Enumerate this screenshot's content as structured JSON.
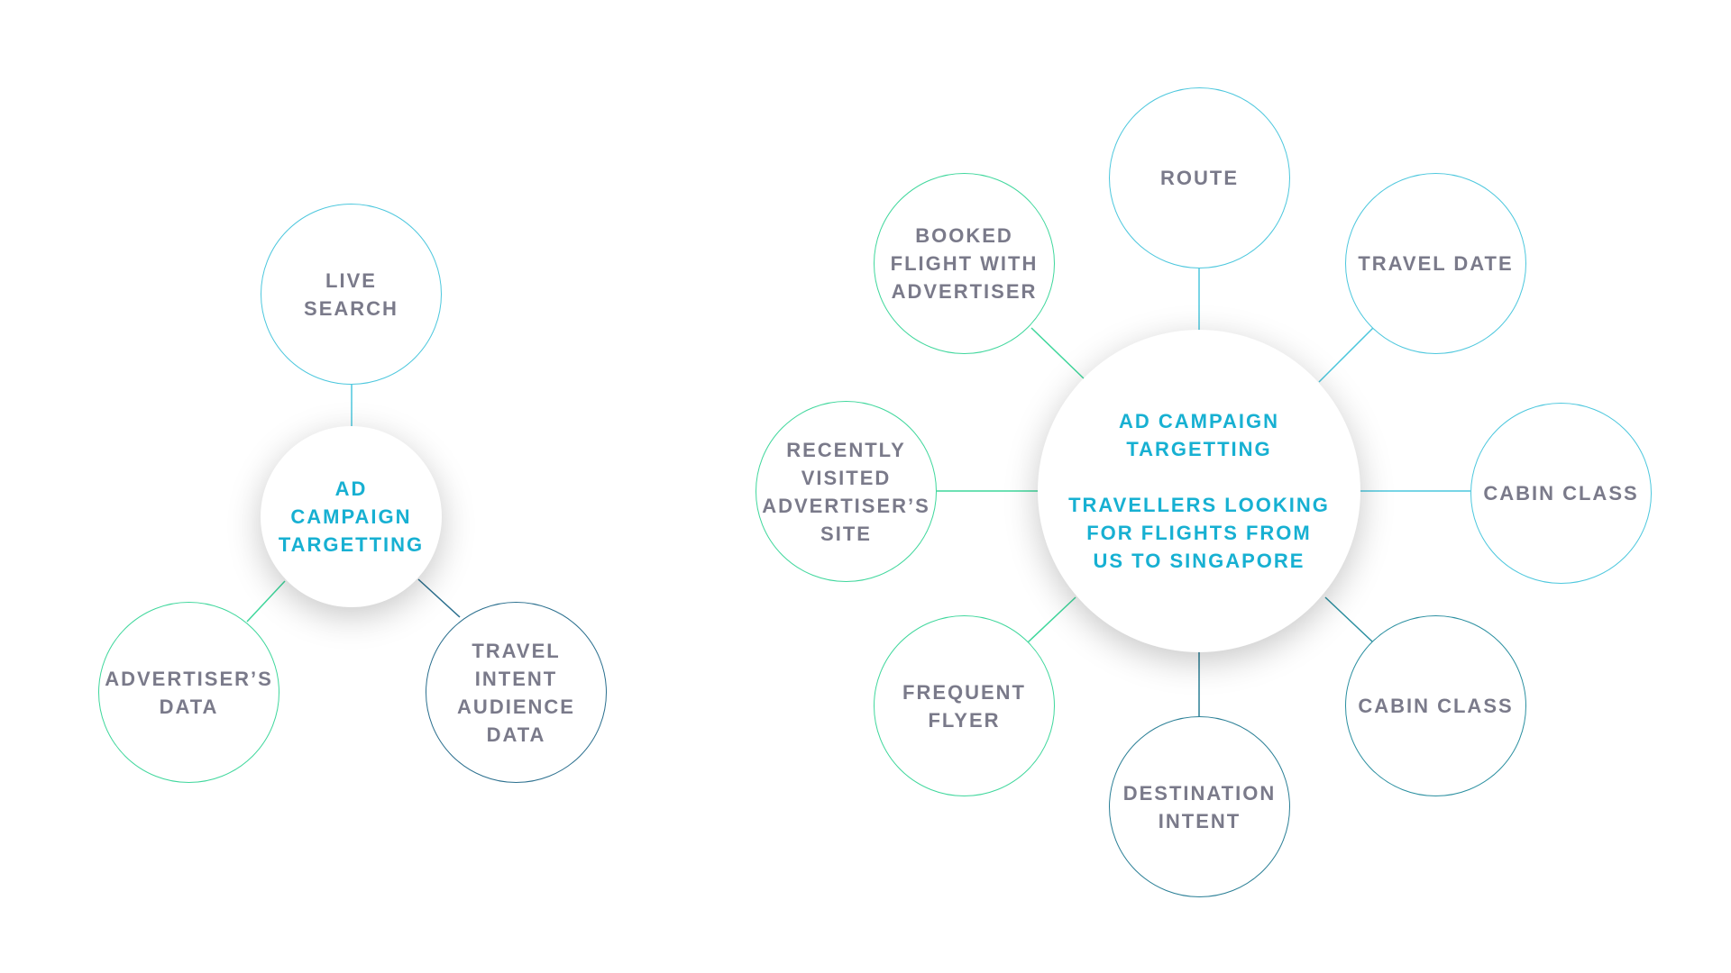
{
  "diagrams": [
    {
      "center": {
        "label": "AD\nCAMPAIGN\nTARGETTING"
      },
      "nodes": [
        {
          "id": "live-search",
          "label": "LIVE\nSEARCH",
          "color": "#4cc7dd"
        },
        {
          "id": "advertisers-data",
          "label": "ADVERTISER’S\nDATA",
          "color": "#3fd79c"
        },
        {
          "id": "travel-intent-audience-data",
          "label": "TRAVEL\nINTENT\nAUDIENCE\nDATA",
          "color": "#2a6f8e"
        }
      ]
    },
    {
      "center": {
        "label": "AD CAMPAIGN\nTARGETTING",
        "sublabel": "TRAVELLERS LOOKING\nFOR FLIGHTS FROM\nUS TO SINGAPORE"
      },
      "nodes": [
        {
          "id": "route",
          "label": "ROUTE",
          "color": "#4cc7dd"
        },
        {
          "id": "travel-date",
          "label": "TRAVEL DATE",
          "color": "#4cc7dd"
        },
        {
          "id": "cabin-class-1",
          "label": "CABIN CLASS",
          "color": "#4cc7dd"
        },
        {
          "id": "cabin-class-2",
          "label": "CABIN CLASS",
          "color": "#2a8fa0"
        },
        {
          "id": "destination-intent",
          "label": "DESTINATION\nINTENT",
          "color": "#2a7f96"
        },
        {
          "id": "frequent-flyer",
          "label": "FREQUENT\nFLYER",
          "color": "#3fd79c"
        },
        {
          "id": "recently-visited-site",
          "label": "RECENTLY\nVISITED\nADVERTISER’S\nSITE",
          "color": "#3fd79c"
        },
        {
          "id": "booked-flight",
          "label": "BOOKED\nFLIGHT WITH\nADVERTISER",
          "color": "#3fd79c"
        }
      ]
    }
  ]
}
